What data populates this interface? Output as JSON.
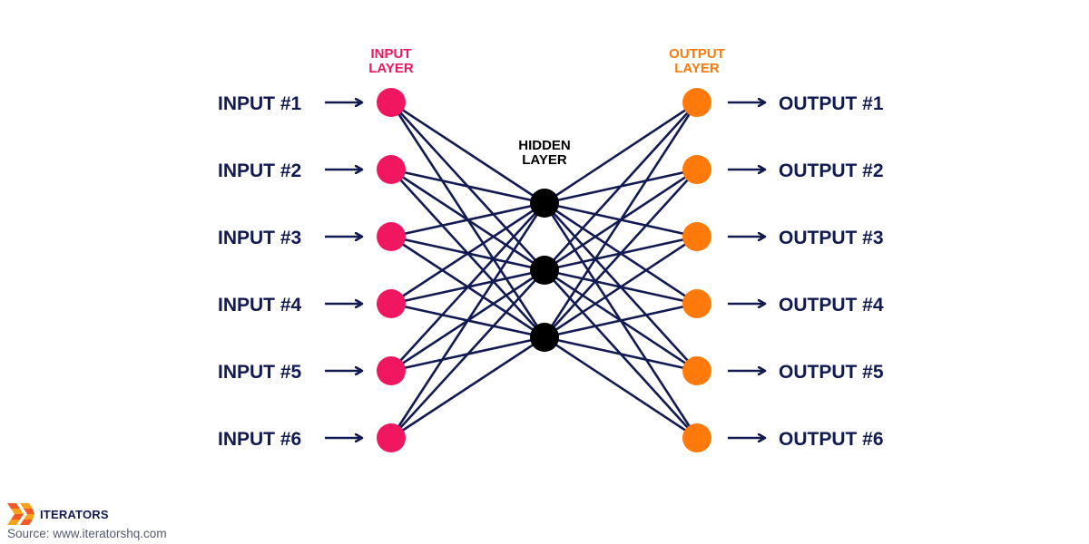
{
  "input_layer": {
    "label_line1": "INPUT",
    "label_line2": "LAYER",
    "color": "#f01760"
  },
  "hidden_layer": {
    "label_line1": "HIDDEN",
    "label_line2": "LAYER",
    "color": "#000000",
    "node_count": 3
  },
  "output_layer": {
    "label_line1": "OUTPUT",
    "label_line2": "LAYER",
    "color": "#ff7a0a"
  },
  "inputs": [
    "INPUT #1",
    "INPUT #2",
    "INPUT #3",
    "INPUT #4",
    "INPUT #5",
    "INPUT #6"
  ],
  "outputs": [
    "OUTPUT #1",
    "OUTPUT #2",
    "OUTPUT #3",
    "OUTPUT #4",
    "OUTPUT #5",
    "OUTPUT #6"
  ],
  "colors": {
    "edge": "#121a52",
    "text": "#121a52"
  },
  "brand": {
    "name": "ITERATORS",
    "icon": "iterators-logo-icon"
  },
  "source_text": "Source: www.iteratorshq.com"
}
